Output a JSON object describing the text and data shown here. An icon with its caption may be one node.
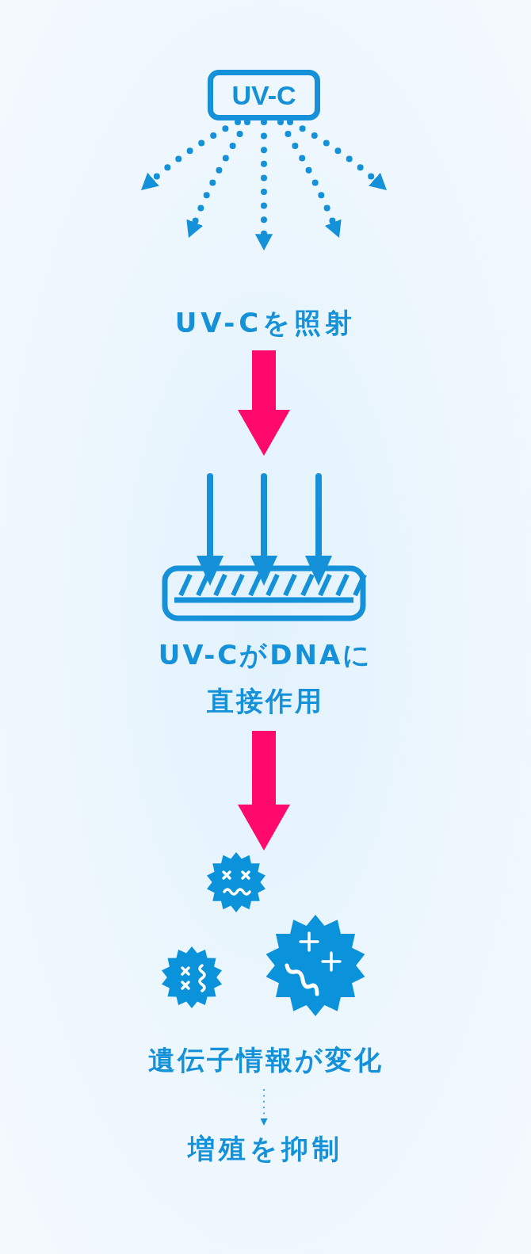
{
  "diagram": {
    "nodes": [
      {
        "text": [
          "UV-C"
        ]
      },
      {
        "text": [
          "UV-Cを照射"
        ]
      },
      {
        "text": [
          "UV-CがDNAに直接作用"
        ]
      },
      {
        "text": [
          "遺伝子情報が変化"
        ]
      },
      {
        "text": [
          "増殖を抑制"
        ]
      }
    ],
    "edges": [
      {
        "from": 0,
        "to": null,
        "arrow": "to",
        "style": "dashed"
      },
      {
        "from": 0,
        "to": null,
        "arrow": "to",
        "style": "dashed"
      },
      {
        "from": 0,
        "to": null,
        "arrow": "to",
        "style": "dashed"
      },
      {
        "from": 0,
        "to": null,
        "arrow": "to",
        "style": "dashed"
      },
      {
        "from": 0,
        "to": null,
        "arrow": "to",
        "style": "dashed"
      },
      {
        "from": 1,
        "to": 2,
        "arrow": "to",
        "style": "thick",
        "color": "#ff0a6c"
      },
      {
        "from": 2,
        "to": 3,
        "arrow": "to",
        "style": "thick",
        "color": "#ff0a6c"
      },
      {
        "from": 3,
        "to": 4,
        "arrow": "to",
        "style": "dashed"
      }
    ]
  }
}
